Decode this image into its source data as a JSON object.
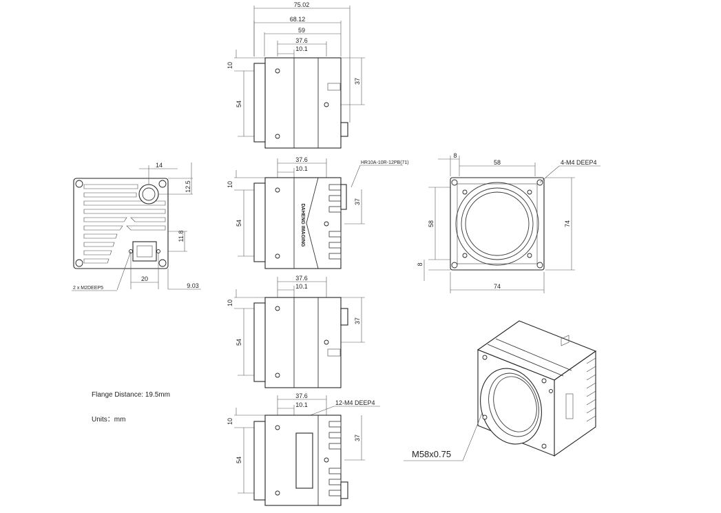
{
  "top_view": {
    "dims": {
      "overall": "75.02",
      "flange_to_back": "68.12",
      "body": "59",
      "front_section": "37.6",
      "front_ring": "10.1",
      "offset_top": "10",
      "hole_spacing": "54",
      "right_height": "37"
    }
  },
  "side_view_1": {
    "dims": {
      "front_section": "37.6",
      "front_ring": "10.1",
      "offset_top": "10",
      "hole_spacing": "54",
      "right_height": "37"
    },
    "connector_callout": "HR10A-10R-12PB(71)",
    "logo_text": "DAHENG IMAGING"
  },
  "side_view_2": {
    "dims": {
      "front_section": "37.6",
      "front_ring": "10.1",
      "offset_top": "10",
      "hole_spacing": "54",
      "right_height": "37"
    }
  },
  "bottom_view": {
    "dims": {
      "front_section": "37.6",
      "front_ring": "10.1",
      "offset_top": "10",
      "hole_spacing": "54",
      "right_height": "37"
    },
    "hole_callout": "12-M4 DEEP4"
  },
  "rear_view": {
    "dims": {
      "conn_x": "14",
      "conn_y": "12.5",
      "eth_y": "11.8",
      "eth_x": "20",
      "edge": "9.03"
    },
    "screw_callout": "2 x  M2DEEP5"
  },
  "front_view": {
    "dims": {
      "margin_top": "8",
      "hole_span_x": "58",
      "hole_span_y": "58",
      "margin_bottom": "8",
      "width": "74",
      "height": "74"
    },
    "hole_callout": "4-M4 DEEP4"
  },
  "iso_view": {
    "thread_callout": "M58x0.75"
  },
  "notes": {
    "flange": "Flange Distance: 19.5mm",
    "units": "Units：mm"
  }
}
